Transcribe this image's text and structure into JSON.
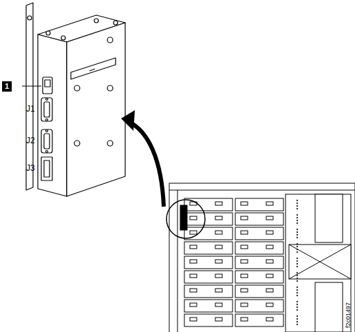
{
  "diagram": {
    "labels": [
      "1",
      "J1",
      "J2",
      "J3",
      "f2c01497"
    ]
  }
}
